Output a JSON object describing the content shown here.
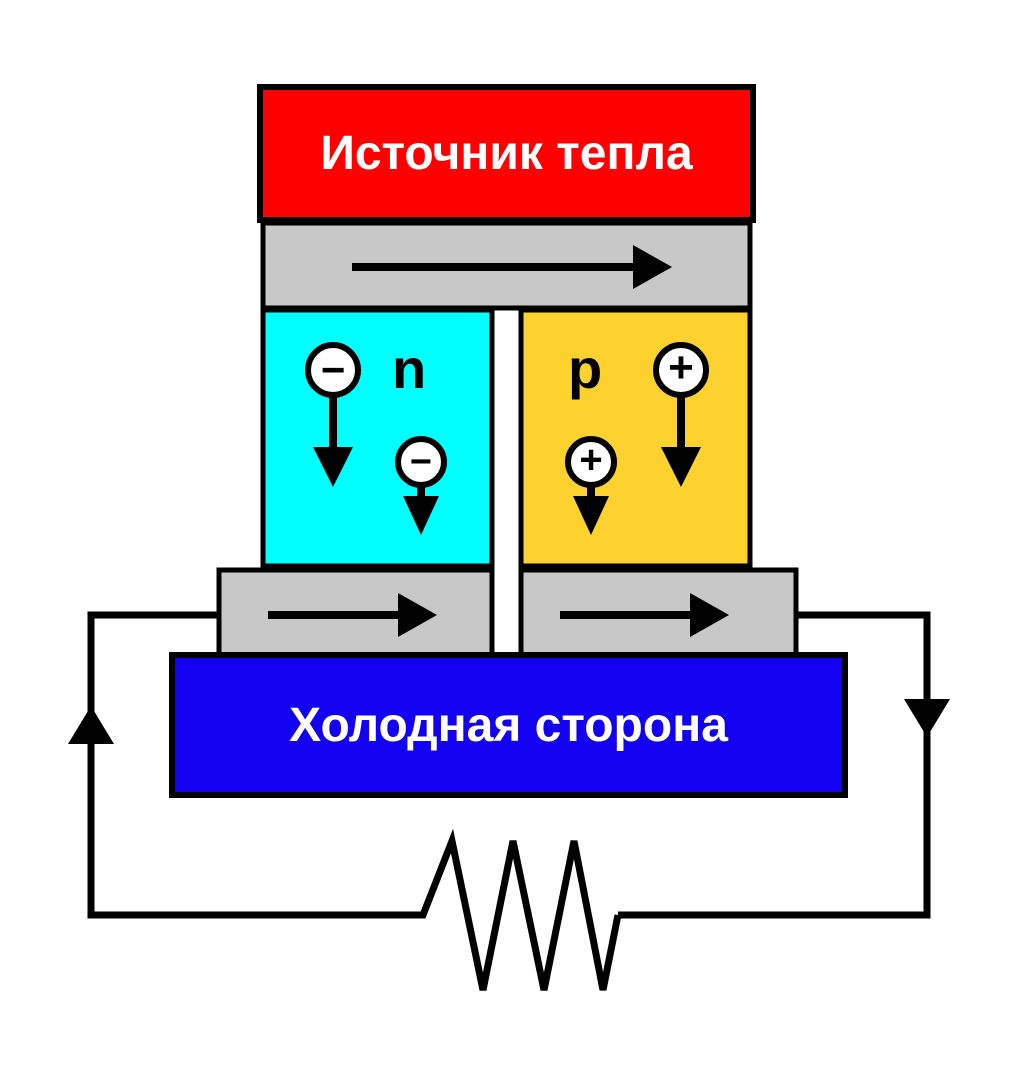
{
  "diagram": {
    "title": "Thermoelectric generator (Seebeck effect) schematic",
    "blocks": {
      "heat_source": {
        "label": "Источник тепла",
        "color": "#fe0000",
        "text_color": "#ffffff"
      },
      "cold_side": {
        "label": "Холодная сторона",
        "color": "#1400f0",
        "text_color": "#ffffff"
      },
      "n_leg": {
        "label": "n",
        "color": "#00ffff",
        "text_color": "#000000"
      },
      "p_leg": {
        "label": "p",
        "color": "#fdd22e",
        "text_color": "#000000"
      },
      "conductor": {
        "color": "#c8c8c8",
        "stroke": "#000000"
      }
    },
    "carriers": [
      {
        "name": "electron-1",
        "sign": "−",
        "leg": "n"
      },
      {
        "name": "electron-2",
        "sign": "−",
        "leg": "n"
      },
      {
        "name": "hole-1",
        "sign": "+",
        "leg": "p"
      },
      {
        "name": "hole-2",
        "sign": "+",
        "leg": "p"
      }
    ],
    "flow_arrows": [
      {
        "name": "hot-conductor-current-arrow",
        "direction": "right"
      },
      {
        "name": "cold-conductor-left-current-arrow",
        "direction": "right"
      },
      {
        "name": "cold-conductor-right-current-arrow",
        "direction": "right"
      },
      {
        "name": "circuit-left-current-arrow",
        "direction": "up"
      },
      {
        "name": "circuit-right-current-arrow",
        "direction": "down"
      }
    ],
    "circuit": {
      "load": "resistor",
      "wire_color": "#000000"
    }
  }
}
